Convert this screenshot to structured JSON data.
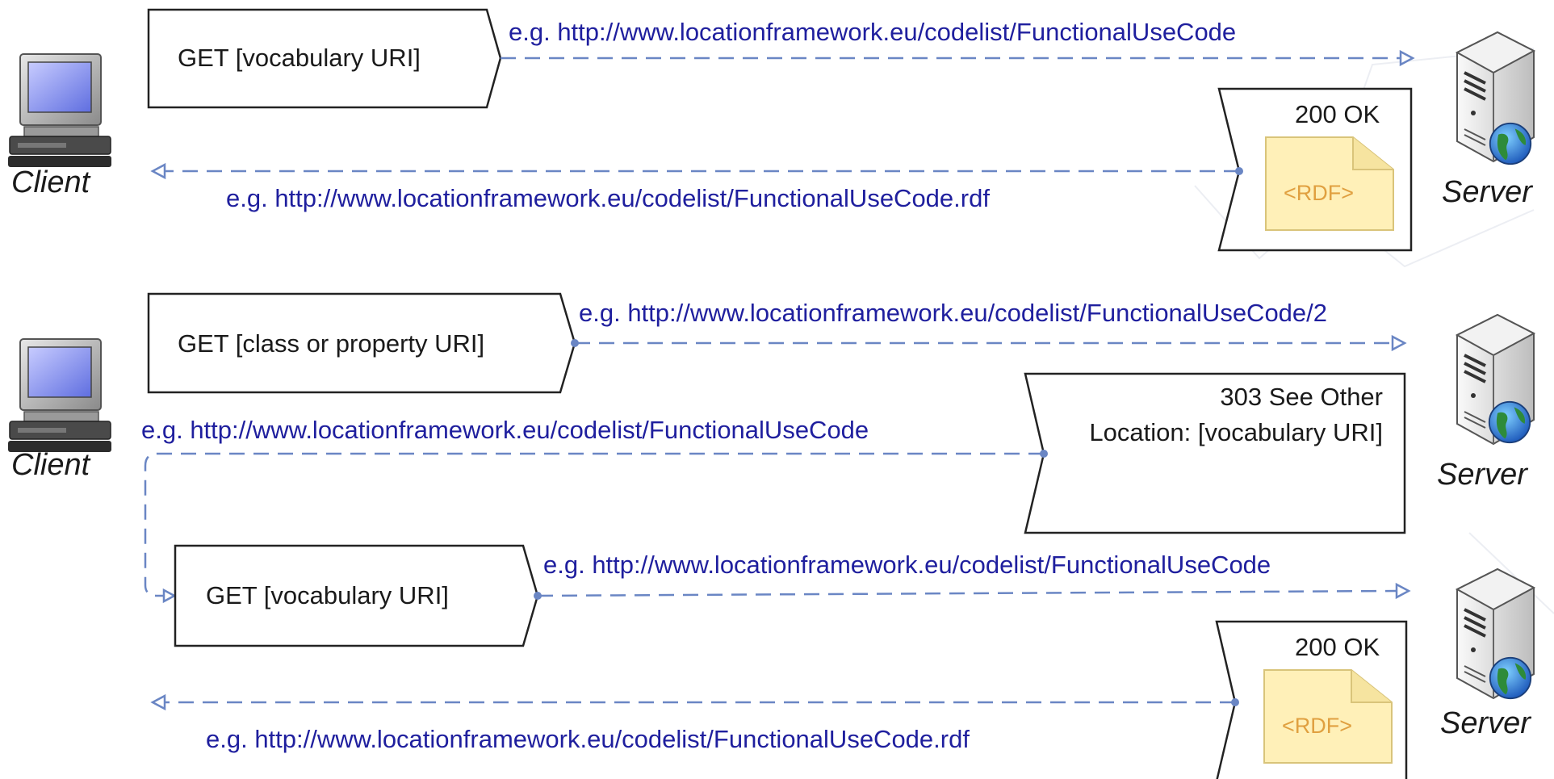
{
  "actors": {
    "client": "Client",
    "server": "Server"
  },
  "scenario1": {
    "request_label": "GET [vocabulary URI]",
    "request_uri": "e.g. http://www.locationframework.eu/codelist/FunctionalUseCode",
    "response_status": "200 OK",
    "response_doc": "<RDF>",
    "response_uri": "e.g. http://www.locationframework.eu/codelist/FunctionalUseCode.rdf"
  },
  "scenario2": {
    "request_label": "GET [class or property URI]",
    "request_uri": "e.g. http://www.locationframework.eu/codelist/FunctionalUseCode/2",
    "redirect_status": "303 See Other",
    "redirect_location": "Location: [vocabulary URI]",
    "redirect_uri": "e.g. http://www.locationframework.eu/codelist/FunctionalUseCode",
    "followup_label": "GET [vocabulary URI]",
    "followup_uri": "e.g. http://www.locationframework.eu/codelist/FunctionalUseCode",
    "response_status": "200 OK",
    "response_doc": "<RDF>",
    "response_uri": "e.g. http://www.locationframework.eu/codelist/FunctionalUseCode.rdf"
  },
  "colors": {
    "uri_text": "#1f1f9e",
    "arrow": "#6a86c4",
    "document_fill": "#fff0b8",
    "document_text": "#e0a040",
    "monitor_screen": "#7f8cf0",
    "globe": "#2e8b3a"
  },
  "icons": [
    "client-computer-icon",
    "server-icon",
    "globe-icon",
    "rdf-document-icon"
  ]
}
